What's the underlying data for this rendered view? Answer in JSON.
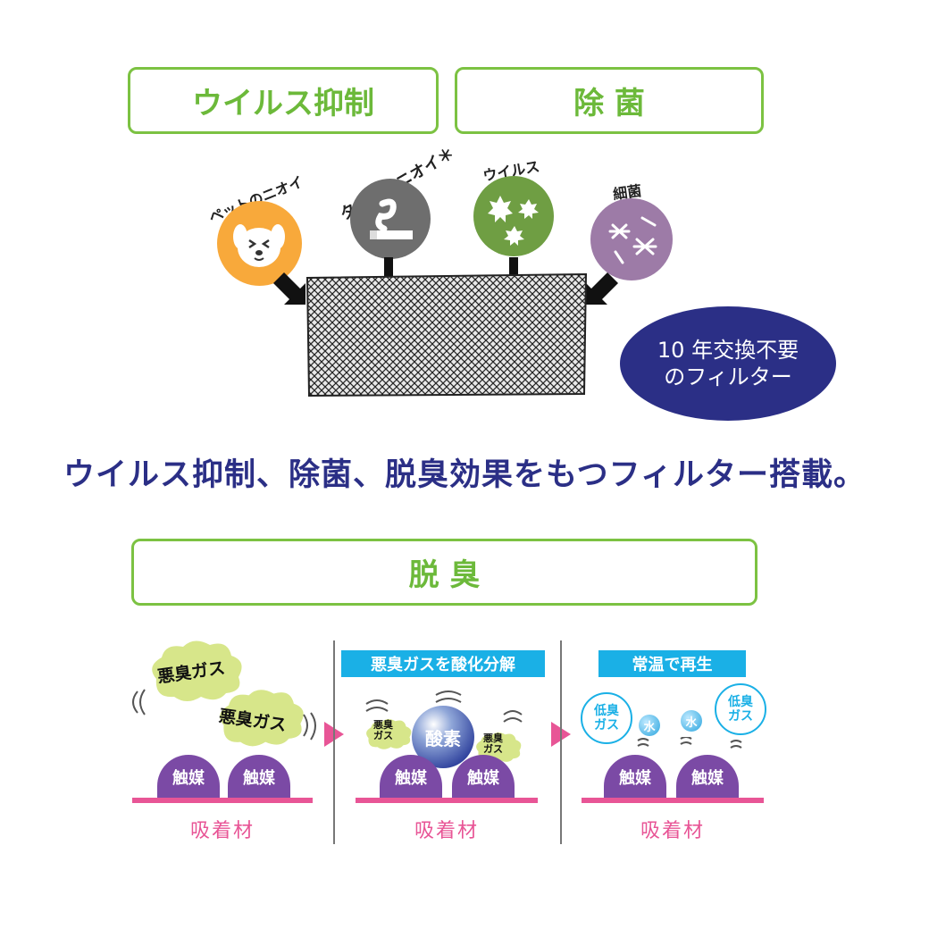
{
  "top_boxes": {
    "virus": "ウイルス抑制",
    "sterilize": "除 菌"
  },
  "sources": [
    {
      "label": "ペットのニオイ",
      "color": "#f8a93b",
      "icon": "dog-face-icon"
    },
    {
      "label": "タバコのニオイ＊",
      "color": "#6e6e6e",
      "icon": "cigarette-smoke-icon"
    },
    {
      "label": "ウイルス",
      "color": "#6f9e43",
      "icon": "virus-icon"
    },
    {
      "label": "細菌",
      "color": "#9d7ba7",
      "icon": "bacteria-icon"
    }
  ],
  "badge": {
    "line1": "10 年交換不要",
    "line2": "のフィルター"
  },
  "headline": "ウイルス抑制、除菌、脱臭効果をもつフィルター搭載。",
  "deodor_box": "脱 臭",
  "panels": {
    "p1": {
      "cloud1": "悪臭ガス",
      "cloud2": "悪臭ガス"
    },
    "p2": {
      "title": "悪臭ガスを酸化分解",
      "oxygen": "酸素",
      "small_cloud_left": "悪臭\nガス",
      "small_cloud_right": "悪臭\nガス"
    },
    "p3": {
      "title": "常温で再生",
      "bubble_left": "低臭\nガス",
      "bubble_right": "低臭\nガス",
      "water1": "水",
      "water2": "水"
    }
  },
  "catalyst_label": "触媒",
  "adsorbent_label": "吸着材",
  "colors": {
    "green": "#7cc242",
    "navy": "#2b2f86",
    "pink": "#e85596",
    "purple": "#7b4aa5",
    "cyan": "#1ab0e6",
    "cloud": "#d7e68a"
  }
}
